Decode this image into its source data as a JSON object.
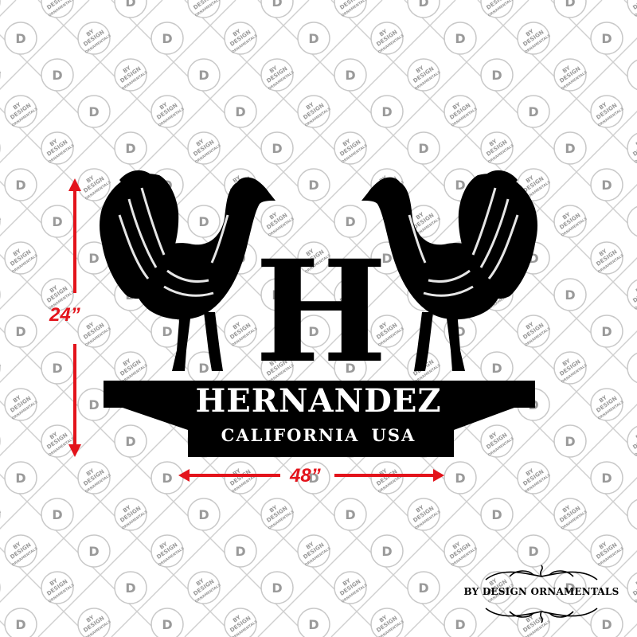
{
  "sign": {
    "initial": "H",
    "name": "HERNANDEZ",
    "location": "CALIFORNIA USA",
    "colors": {
      "metal": "#000000",
      "text": "#ffffff"
    }
  },
  "dimensions": {
    "height_label": "24”",
    "width_label": "48”",
    "color": "#e3131b"
  },
  "watermark": {
    "logo_icon": "bd-monogram-icon",
    "text_lines": [
      "BY",
      "DESIGN",
      "ORNAMENTALS"
    ],
    "color": "#9a9a9a"
  },
  "brand": {
    "name": "BY DESIGN ORNAMENTALS",
    "icon": "scroll-ornament-icon"
  }
}
